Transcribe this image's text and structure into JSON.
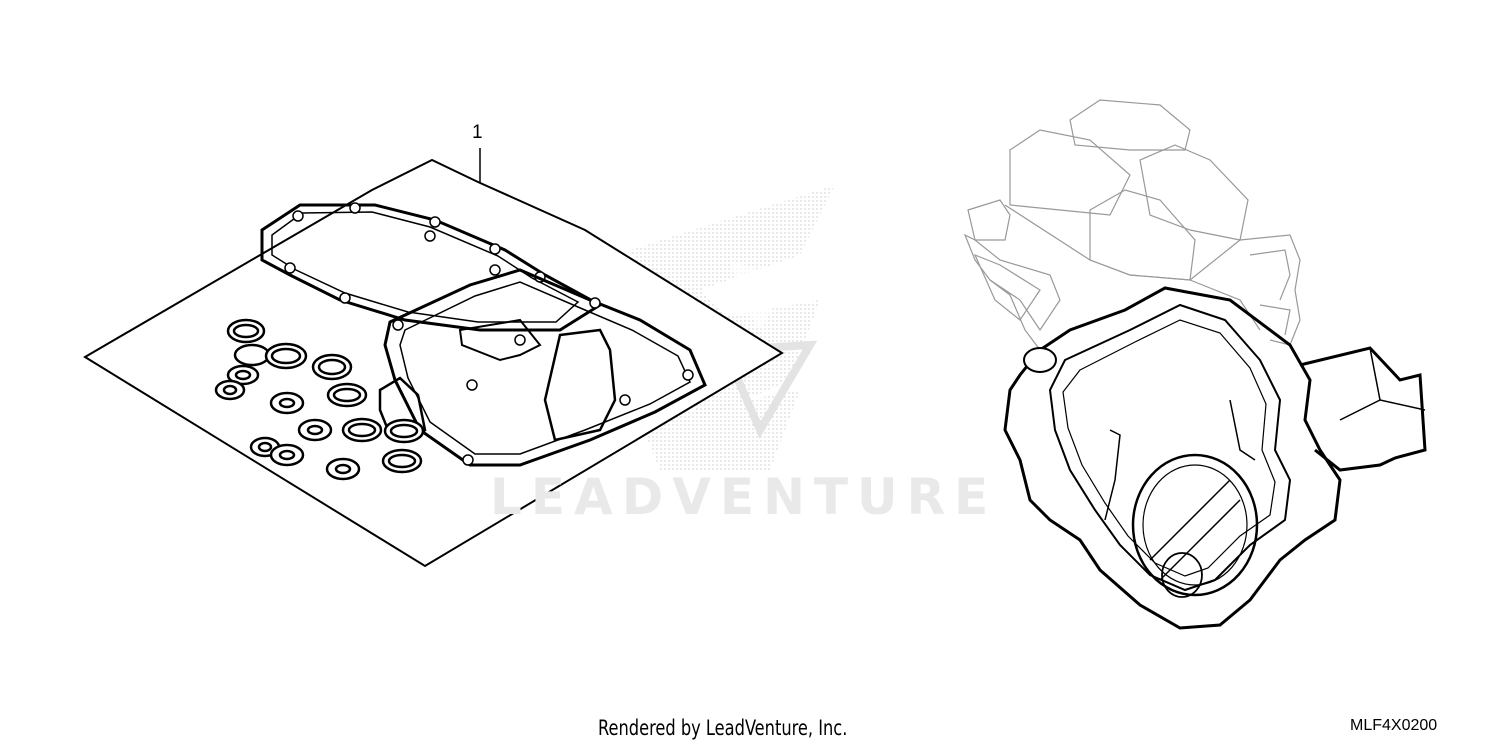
{
  "diagram": {
    "callouts": [
      {
        "label": "1"
      }
    ],
    "watermark": "LEADVENTURE",
    "footer_credit": "Rendered by LeadVenture, Inc.",
    "diagram_code": "MLF4X0200"
  },
  "icons": {
    "watermark_logo": "wing-logo-icon",
    "gasket_kit": "gasket-kit-illustration",
    "engine": "engine-illustration"
  }
}
